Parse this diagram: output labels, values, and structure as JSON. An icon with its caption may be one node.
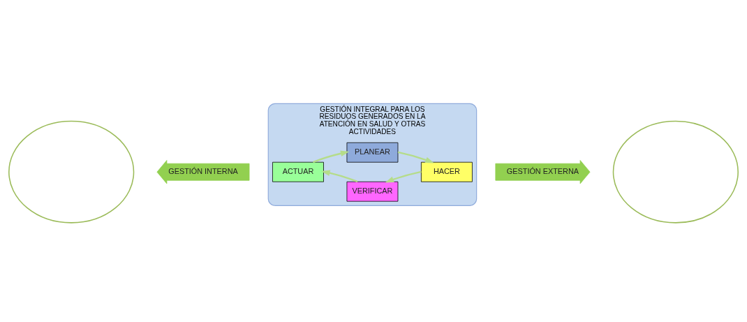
{
  "diagram": {
    "nodes": [
      {
        "text": [],
        "shape": "ellipse"
      },
      {
        "text": [],
        "shape": "ellipse"
      },
      {
        "text": [
          "GESTIÓN INTERNA"
        ]
      },
      {
        "text": [
          "GESTIÓN EXTERNA"
        ]
      },
      {
        "text": [
          "GESTIÓN INTEGRAL PARA LOS RESIDUOS GENERADOS EN LA ATENCIÓN EN SALUD Y OTRAS ACTIVIDADES"
        ]
      },
      {
        "text": [
          "PLANEAR"
        ],
        "in": 4
      },
      {
        "text": [
          "HACER"
        ],
        "in": 4
      },
      {
        "text": [
          "VERIFICAR"
        ],
        "in": 4
      },
      {
        "text": [
          "ACTUAR"
        ],
        "in": 4
      }
    ],
    "edges": [
      {
        "from": 5,
        "to": 6,
        "arrow": "to"
      },
      {
        "from": 6,
        "to": 7,
        "arrow": "to"
      },
      {
        "from": 7,
        "to": 8,
        "arrow": "to"
      },
      {
        "from": 8,
        "to": 5,
        "arrow": "to"
      }
    ]
  }
}
